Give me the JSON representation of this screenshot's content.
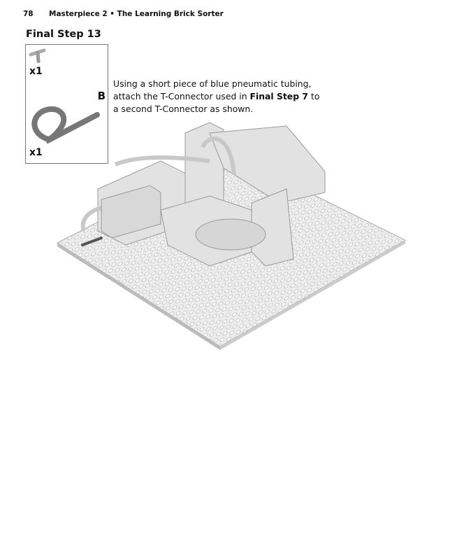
{
  "header": {
    "page_number": "78",
    "running_title": "Masterpiece 2 • The Learning Brick Sorter"
  },
  "step": {
    "title": "Final Step 13"
  },
  "parts": [
    {
      "name": "T-Connector",
      "icon": "t-connector-icon",
      "quantity": "x1"
    },
    {
      "name": "Pneumatic tubing",
      "icon": "tubing-icon",
      "quantity": "x1",
      "tag": "B"
    }
  ],
  "instruction": {
    "before": "Using a short piece of blue pneumatic tubing, attach the T-Connector used in ",
    "bold": "Final Step 7",
    "after": " to a second T-Connector as shown."
  }
}
